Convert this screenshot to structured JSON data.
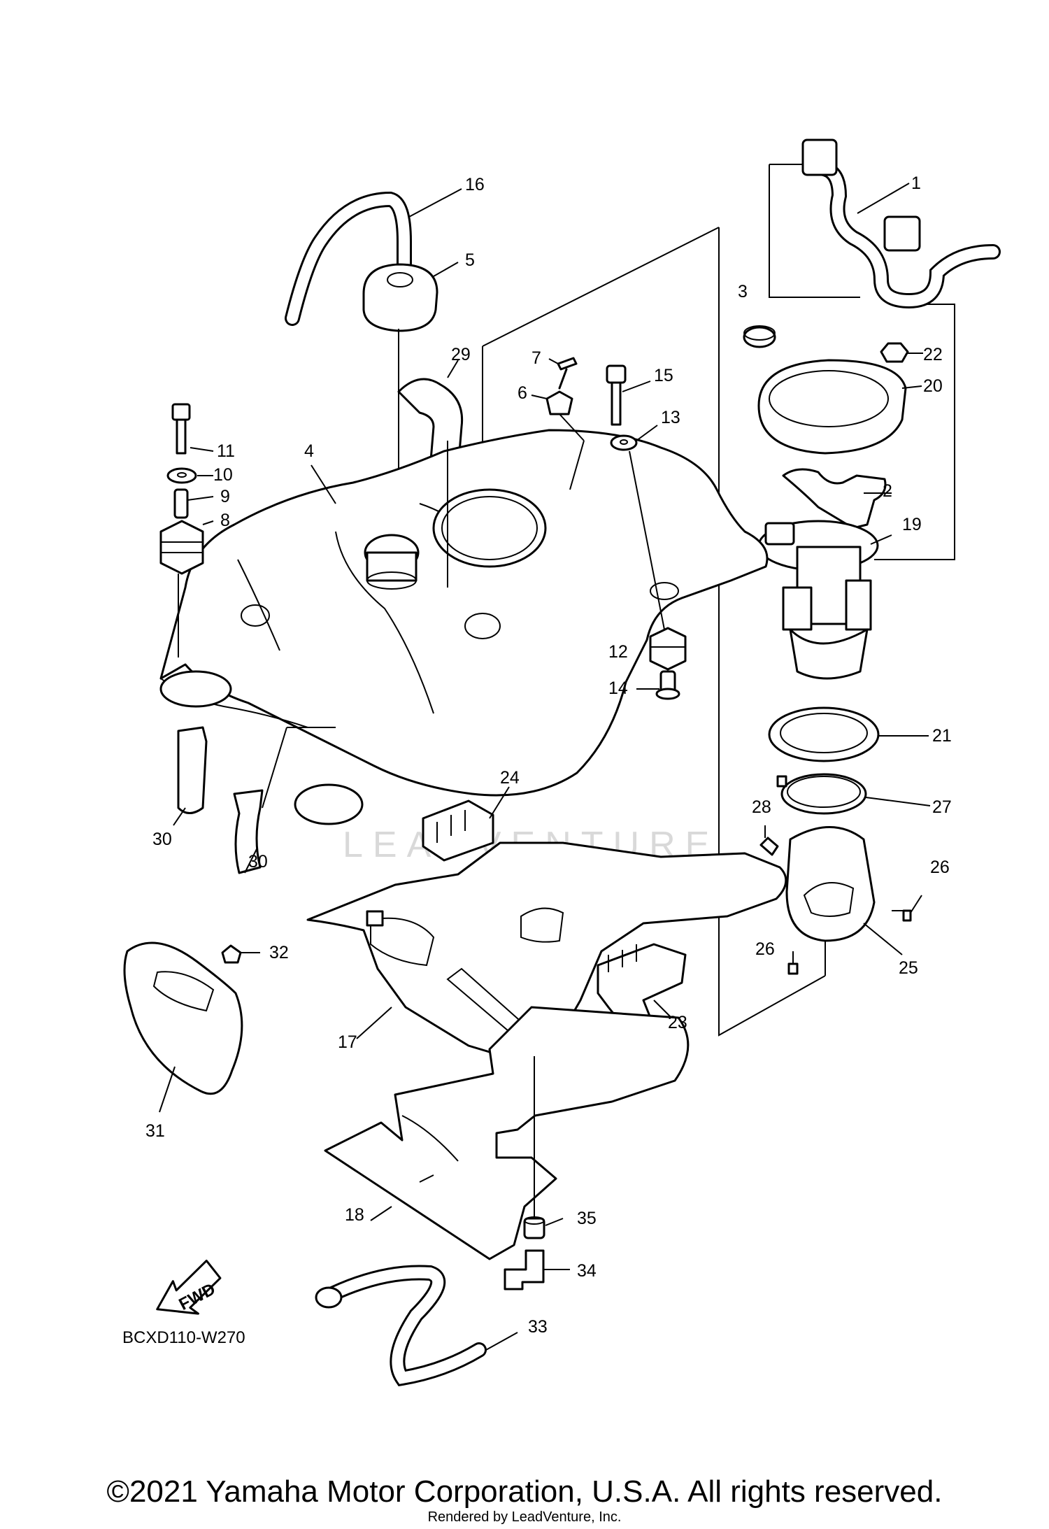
{
  "diagram": {
    "callouts": [
      "1",
      "2",
      "3",
      "4",
      "5",
      "6",
      "7",
      "8",
      "9",
      "10",
      "11",
      "12",
      "13",
      "14",
      "15",
      "16",
      "17",
      "18",
      "19",
      "20",
      "21",
      "22",
      "23",
      "24",
      "25",
      "26",
      "26",
      "27",
      "28",
      "29",
      "30",
      "30",
      "31",
      "32",
      "33",
      "34",
      "35"
    ],
    "fwd_label": "FWD",
    "diagram_code": "BCXD110-W270",
    "watermark_text": "LEADVENTURE"
  },
  "footer": {
    "copyright": "©2021 Yamaha Motor Corporation, U.S.A. All rights reserved.",
    "rendered_by": "Rendered by LeadVenture, Inc."
  }
}
